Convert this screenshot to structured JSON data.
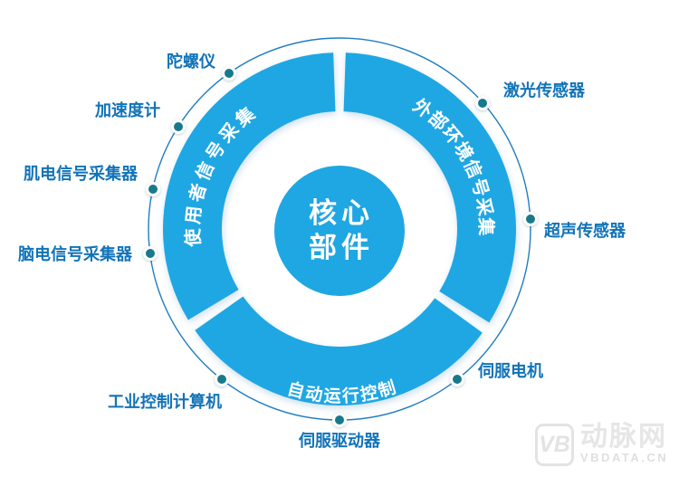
{
  "diagram": {
    "center_label": {
      "line1": "核心",
      "line2": "部件"
    },
    "ring_segments": [
      {
        "id": "user-signal-acquisition",
        "label": "使用者信号采集"
      },
      {
        "id": "external-env-signal-acquisition",
        "label": "外部环境信号采集"
      },
      {
        "id": "auto-operation-control",
        "label": "自动运行控制"
      }
    ],
    "nodes": [
      {
        "id": "gyroscope",
        "label": "陀螺仪"
      },
      {
        "id": "accelerometer",
        "label": "加速度计"
      },
      {
        "id": "emg-signal-collector",
        "label": "肌电信号采集器"
      },
      {
        "id": "eeg-signal-collector",
        "label": "脑电信号采集器"
      },
      {
        "id": "industrial-computer",
        "label": "工业控制计算机"
      },
      {
        "id": "laser-sensor",
        "label": "激光传感器"
      },
      {
        "id": "ultrasonic-sensor",
        "label": "超声传感器"
      },
      {
        "id": "servo-motor",
        "label": "伺服电机"
      },
      {
        "id": "servo-driver",
        "label": "伺服驱动器"
      }
    ]
  },
  "watermark": {
    "logo_text": "VB",
    "brand": "动脉网",
    "domain": "VBDATA.CN"
  },
  "colors": {
    "ring_blue": "#1FA7E3",
    "label_blue": "#1173B8",
    "dot_teal": "#18798D",
    "orbit_line_blue": "#1F7DC2",
    "curved_text_white": "#FFFFFF",
    "watermark_gray": "#E3E3E3"
  }
}
